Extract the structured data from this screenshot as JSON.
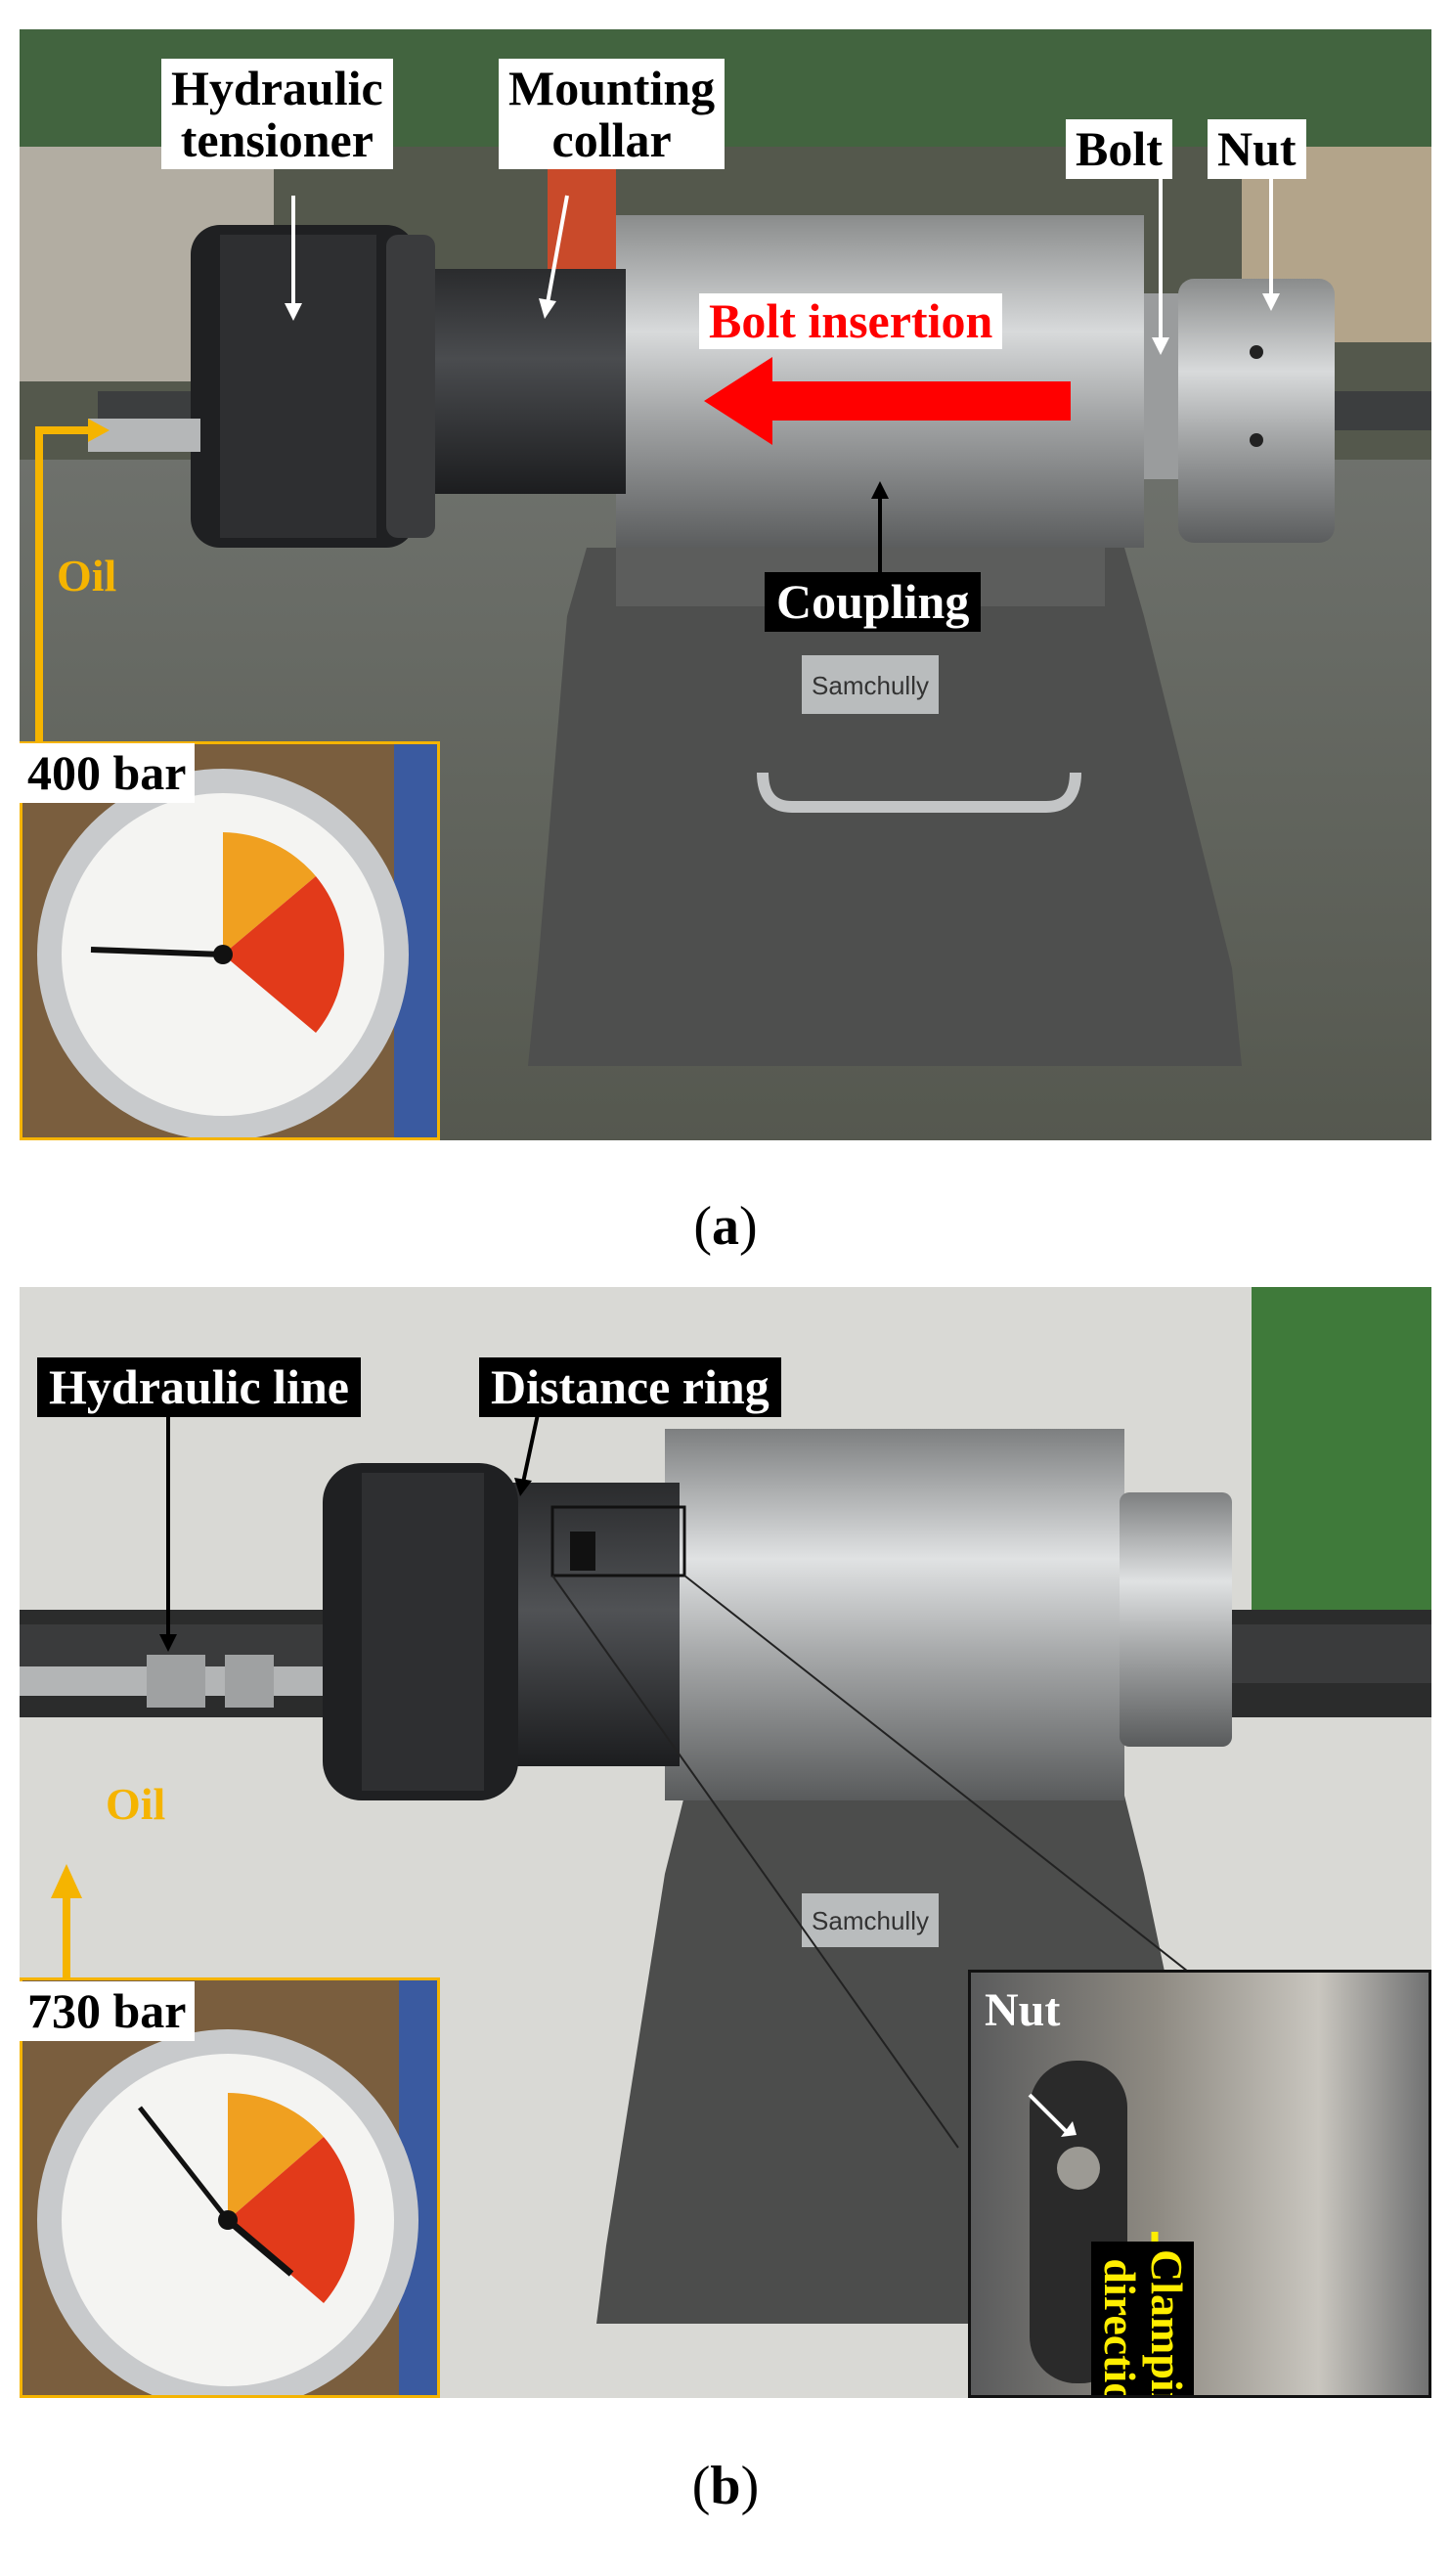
{
  "panel_a": {
    "labels": {
      "hydraulic_tensioner": "Hydraulic\ntensioner",
      "mounting_collar": "Mounting\ncollar",
      "bolt": "Bolt",
      "nut": "Nut",
      "bolt_insertion": "Bolt insertion",
      "coupling": "Coupling",
      "oil": "Oil",
      "pressure": "400 bar",
      "nameplate": "Samchully"
    },
    "gauge_level": 0.36,
    "caption_prefix": "(",
    "caption_letter": "a",
    "caption_suffix": ")"
  },
  "panel_b": {
    "labels": {
      "hydraulic_line": "Hydraulic line",
      "distance_ring": "Distance ring",
      "oil": "Oil",
      "pressure": "730 bar",
      "nut": "Nut",
      "clamping_direction": "Clamping\ndirection",
      "nameplate": "Samchully"
    },
    "gauge_level": 0.66,
    "caption_prefix": "(",
    "caption_letter": "b",
    "caption_suffix": ")"
  },
  "colors": {
    "oil_arrow": "#f5b400",
    "insertion_arrow": "#ff0000",
    "insertion_text": "#ff0000",
    "clamp_arrow": "#ffee00",
    "clamp_text": "#ffee00",
    "gauge_yellow": "#f0a020",
    "gauge_red": "#e23a1a"
  }
}
